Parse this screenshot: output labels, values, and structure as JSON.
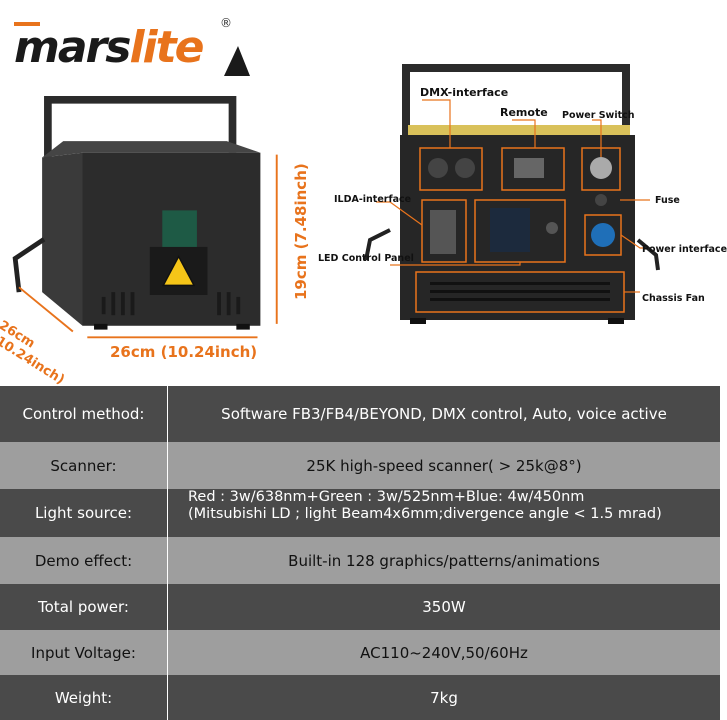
{
  "brand": {
    "name_part1": "mars",
    "name_part2": "lite",
    "registered": "®",
    "accent_color": "#e8731c"
  },
  "dimensions": {
    "width": "26cm (10.24inch)",
    "height": "19cm (7.48inch)",
    "depth_line1": "26cm",
    "depth_line2": "(10.24inch)"
  },
  "callouts": {
    "dmx": "DMX-interface",
    "remote": "Remote",
    "power_switch": "Power Switch",
    "ilda": "ILDA-interface",
    "fuse": "Fuse",
    "power_interface": "Power interface",
    "led_panel": "LED Control Panel",
    "chassis_fan": "Chassis Fan"
  },
  "specs": [
    {
      "label": "Control method:",
      "value": "Software FB3/FB4/BEYOND, DMX control, Auto, voice active"
    },
    {
      "label": "Scanner:",
      "value": "25K high-speed scanner( > 25k@8°)"
    },
    {
      "label": "Light source:",
      "value_line1": "Red : 3w/638nm+Green : 3w/525nm+Blue: 4w/450nm",
      "value_line2": "(Mitsubishi LD ; light Beam4x6mm;divergence angle < 1.5 mrad)"
    },
    {
      "label": "Demo effect:",
      "value": "Built-in 128 graphics/patterns/animations"
    },
    {
      "label": "Total power:",
      "value": "350W"
    },
    {
      "label": "Input Voltage:",
      "value": "AC110~240V,50/60Hz"
    },
    {
      "label": "Weight:",
      "value": "7kg"
    }
  ]
}
